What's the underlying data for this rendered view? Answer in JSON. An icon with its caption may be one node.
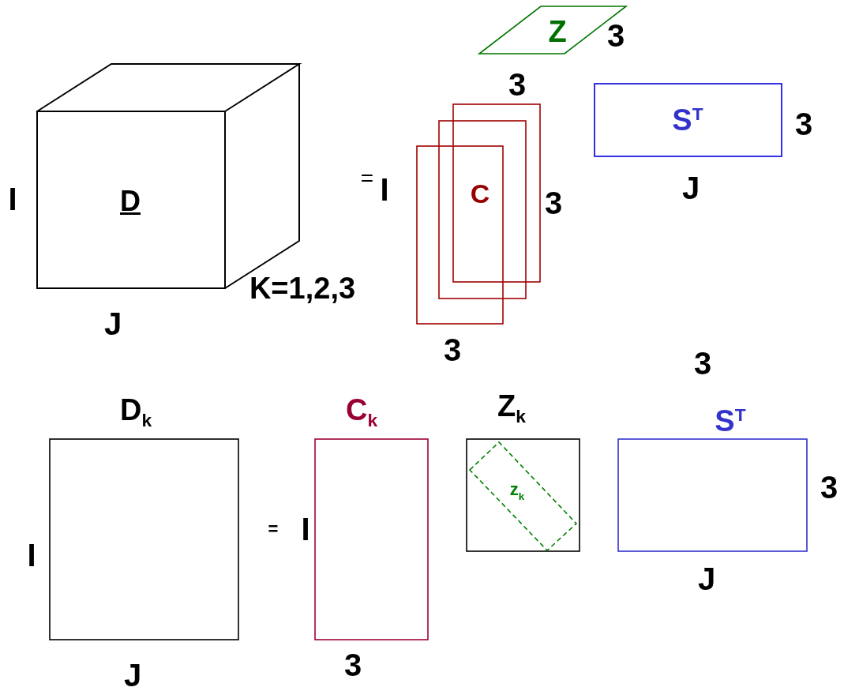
{
  "diagram": {
    "nodes": [
      {
        "text": [
          "D"
        ]
      },
      {
        "text": [
          "Z"
        ]
      },
      {
        "text": [],
        "shape": "box"
      },
      {
        "text": [],
        "shape": "box"
      },
      {
        "text": [
          "C"
        ]
      },
      {
        "text": [
          "S$^{T}$"
        ]
      },
      {
        "text": [
          "D$_{k}$"
        ]
      },
      {
        "text": [
          "C$_{k}$"
        ]
      },
      {
        "text": [
          "Z$_{k}$"
        ]
      },
      {
        "text": [
          "z$_{k}$"
        ],
        "in": 8
      },
      {
        "text": [
          "S$^{T}$"
        ]
      }
    ],
    "labels": [
      "3",
      "3",
      "3",
      "=",
      "I",
      "I",
      "3",
      "J",
      "K=1,2,3",
      "J",
      "3",
      "3",
      "3",
      "=",
      "I",
      "I",
      "J",
      "3",
      "J"
    ]
  }
}
